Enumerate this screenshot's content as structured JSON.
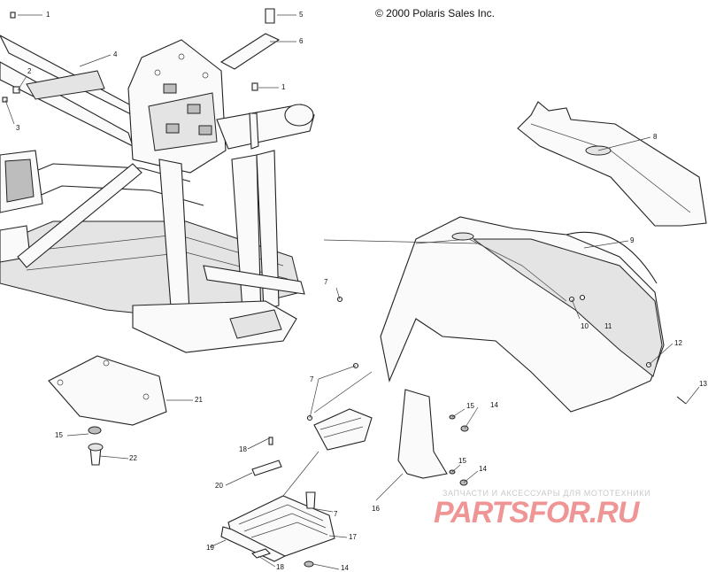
{
  "copyright": "© 2000 Polaris Sales Inc.",
  "watermark": {
    "caption": "ЗАПЧАСТИ И АКСЕССУАРЫ ДЛЯ МОТОТЕХНИКИ",
    "logo_text": "PARTSFOR.RU",
    "logo_color": "#e24040"
  },
  "callouts": [
    {
      "id": "c1a",
      "label": "1"
    },
    {
      "id": "c5",
      "label": "5"
    },
    {
      "id": "c6",
      "label": "6"
    },
    {
      "id": "c1b",
      "label": "1"
    },
    {
      "id": "c4",
      "label": "4"
    },
    {
      "id": "c2",
      "label": "2"
    },
    {
      "id": "c3",
      "label": "3"
    },
    {
      "id": "c8",
      "label": "8"
    },
    {
      "id": "c9",
      "label": "9"
    },
    {
      "id": "c7a",
      "label": "7"
    },
    {
      "id": "c10",
      "label": "10"
    },
    {
      "id": "c11",
      "label": "11"
    },
    {
      "id": "c12",
      "label": "12"
    },
    {
      "id": "c13",
      "label": "13"
    },
    {
      "id": "c7b",
      "label": "7"
    },
    {
      "id": "c15a",
      "label": "15"
    },
    {
      "id": "c14a",
      "label": "14"
    },
    {
      "id": "c15b",
      "label": "15"
    },
    {
      "id": "c14b",
      "label": "14"
    },
    {
      "id": "c16",
      "label": "16"
    },
    {
      "id": "c21",
      "label": "21"
    },
    {
      "id": "c15c",
      "label": "15"
    },
    {
      "id": "c22",
      "label": "22"
    },
    {
      "id": "c18a",
      "label": "18"
    },
    {
      "id": "c20",
      "label": "20"
    },
    {
      "id": "c7c",
      "label": "7"
    },
    {
      "id": "c17",
      "label": "17"
    },
    {
      "id": "c19",
      "label": "19"
    },
    {
      "id": "c18b",
      "label": "18"
    },
    {
      "id": "c14c",
      "label": "14"
    }
  ]
}
